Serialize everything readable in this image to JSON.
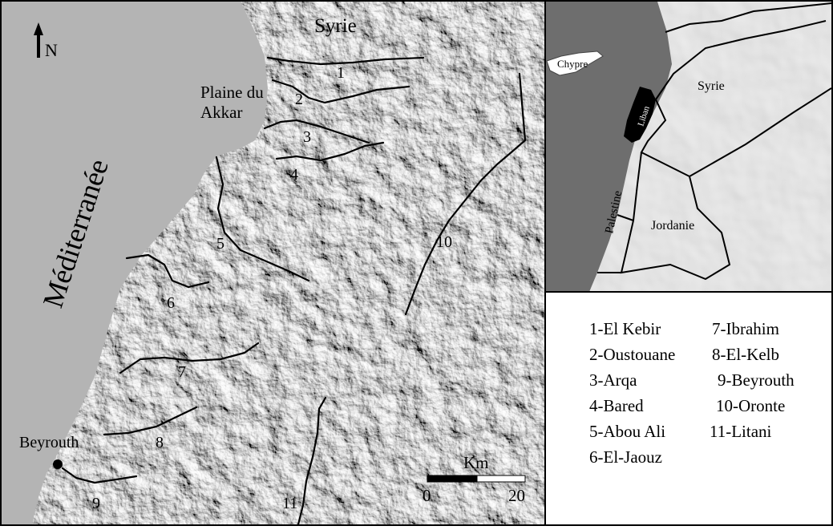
{
  "main_map": {
    "north_label": "N",
    "sea_label": "Méditerranée",
    "country_label": "Syrie",
    "plain_label_line1": "Plaine du",
    "plain_label_line2": "Akkar",
    "city_label": "Beyrouth",
    "river_numbers": [
      "1",
      "2",
      "3",
      "4",
      "5",
      "6",
      "7",
      "8",
      "9",
      "10",
      "11"
    ],
    "scale": {
      "unit": "Km",
      "start": "0",
      "end": "20"
    }
  },
  "inset_map": {
    "labels": {
      "chypre": "Chypre",
      "syrie": "Syrie",
      "liban": "Liban",
      "palestine": "Palestine",
      "jordanie": "Jordanie"
    }
  },
  "legend": {
    "items": [
      "1-El Kebir",
      "2-Oustouane",
      "3-Arqa",
      "4-Bared",
      "5-Abou Ali",
      "6-El-Jaouz",
      "7-Ibrahim",
      "8-El-Kelb",
      "9-Beyrouth",
      "10-Oronte",
      "11-Litani"
    ]
  },
  "colors": {
    "sea": "#b4b4b4",
    "relief": "#8f8f8f",
    "inset_sea": "#6e6e6e",
    "inset_land": "#e4e4e4",
    "lebanon": "#000000"
  }
}
